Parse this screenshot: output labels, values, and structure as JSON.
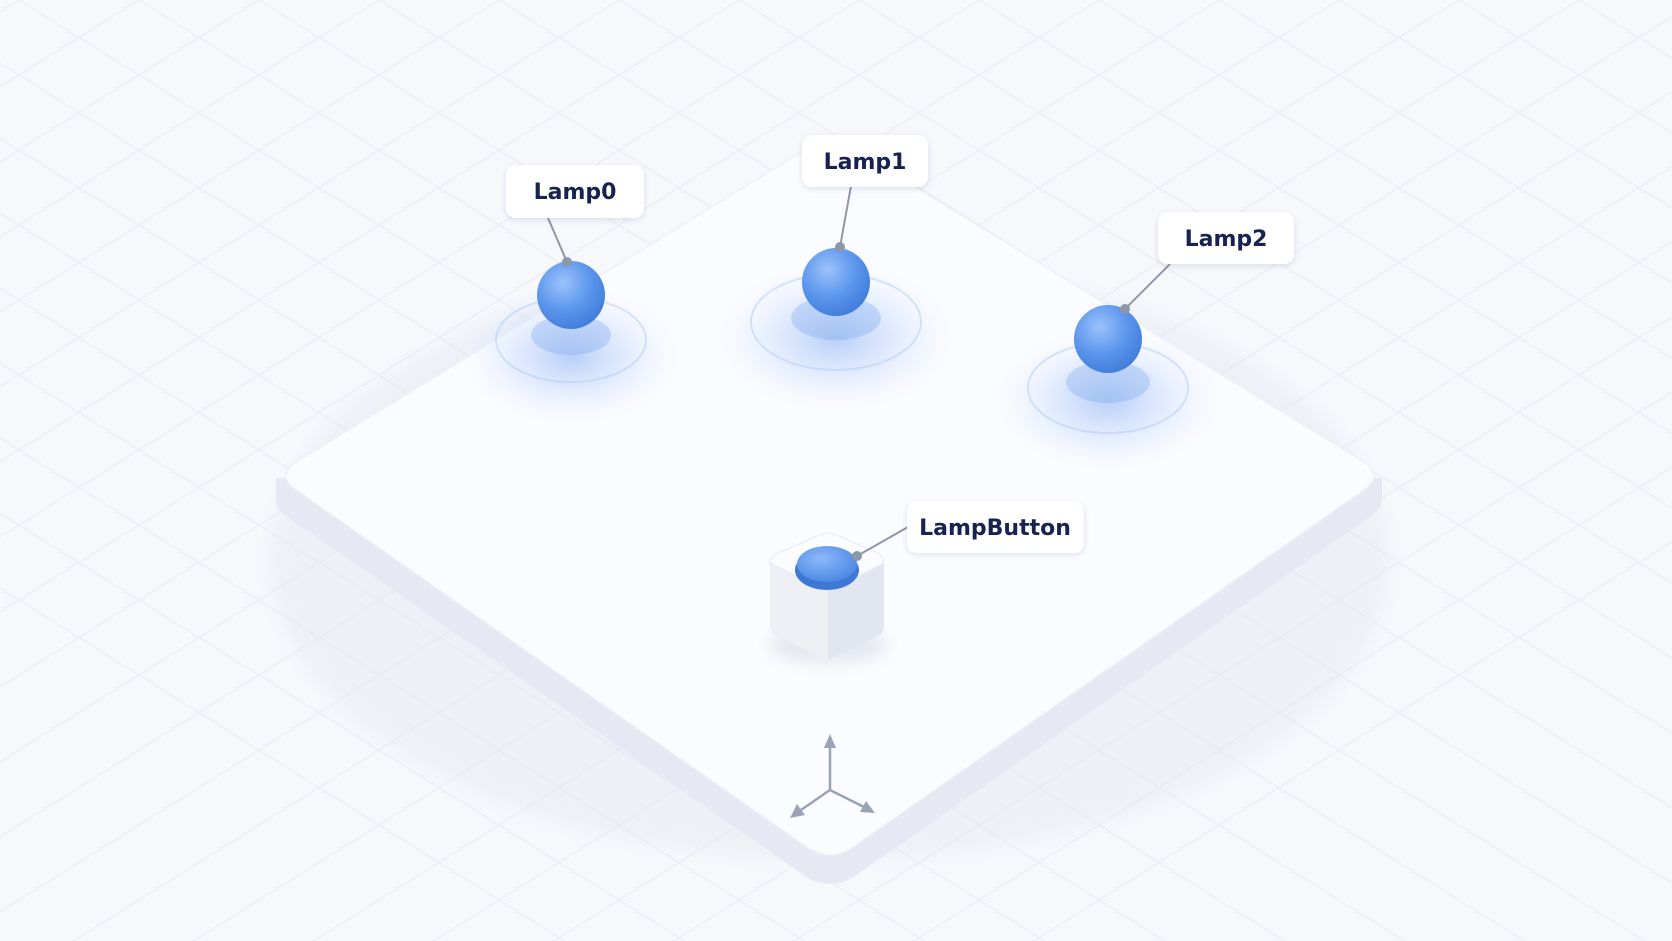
{
  "scene": {
    "objects": [
      {
        "id": "lamp0",
        "label": "Lamp0",
        "kind": "lamp"
      },
      {
        "id": "lamp1",
        "label": "Lamp1",
        "kind": "lamp"
      },
      {
        "id": "lamp2",
        "label": "Lamp2",
        "kind": "lamp"
      },
      {
        "id": "lamp-button",
        "label": "LampButton",
        "kind": "button"
      }
    ],
    "axes_gizmo": "xyz-axes-icon",
    "colors": {
      "background": "#f7f8fc",
      "platform_top": "#fbfcff",
      "platform_side": "#e6e9f3",
      "lamp": "#5b95ec",
      "glow": "#9ebff7",
      "label_text": "#16244f",
      "connector": "#8e97a8"
    }
  }
}
